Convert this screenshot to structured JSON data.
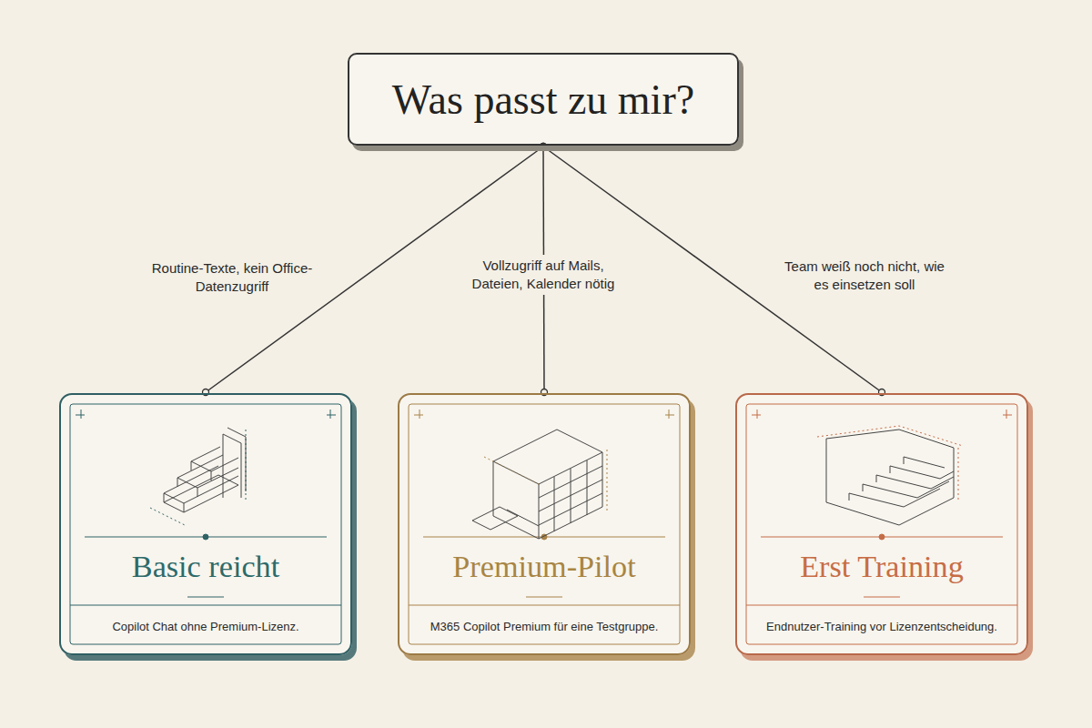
{
  "diagram": {
    "nodes": [
      {
        "text": [
          "Was passt zu mir?"
        ]
      },
      {
        "text": [
          "Basic reicht",
          "Copilot Chat ohne Premium-Lizenz."
        ]
      },
      {
        "text": [
          "Premium-Pilot",
          "M365 Copilot Premium für eine Testgruppe."
        ]
      },
      {
        "text": [
          "Erst Training",
          "Endnutzer-Training vor Lizenzentscheidung."
        ]
      }
    ],
    "edges": [
      {
        "from": 0,
        "to": 1,
        "arrow": "none",
        "label": "Routine-Texte, kein Office-Datenzugriff"
      },
      {
        "from": 0,
        "to": 2,
        "arrow": "none",
        "label": "Vollzugriff auf Mails, Dateien, Kalender nötig"
      },
      {
        "from": 0,
        "to": 3,
        "arrow": "none",
        "label": "Team weiß noch nicht, wie es einsetzen soll"
      }
    ]
  }
}
